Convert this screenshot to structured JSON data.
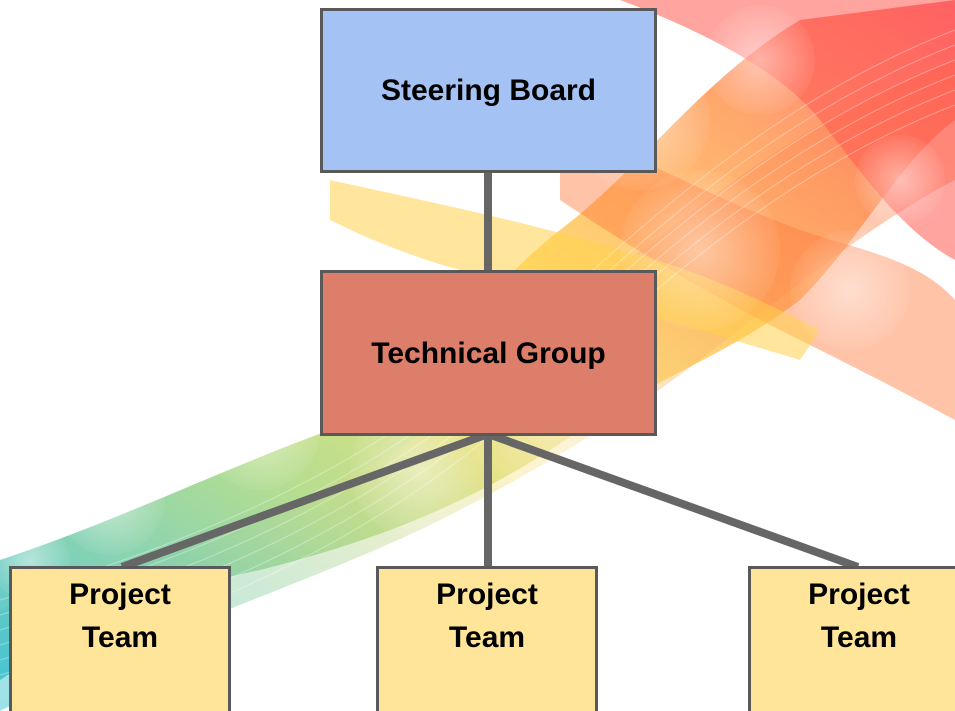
{
  "diagram": {
    "nodes": {
      "steering_board": "Steering Board",
      "technical_group": "Technical Group",
      "project_teams": [
        "Project\nTeam",
        "Project\nTeam",
        "Project\nTeam"
      ]
    },
    "edges": [
      {
        "from": "Steering Board",
        "to": "Technical Group"
      },
      {
        "from": "Technical Group",
        "to": "Project Team (1)"
      },
      {
        "from": "Technical Group",
        "to": "Project Team (2)"
      },
      {
        "from": "Technical Group",
        "to": "Project Team (3)"
      }
    ],
    "colors": {
      "steering_fill": "#a4c2f4",
      "technical_fill": "#dd7e6b",
      "team_fill": "#ffe599",
      "border": "#595959",
      "connector": "#666666"
    }
  }
}
